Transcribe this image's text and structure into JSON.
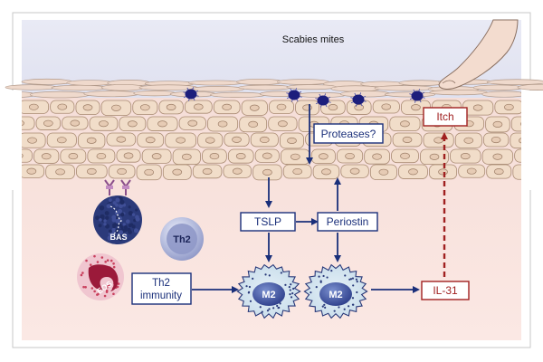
{
  "labels": {
    "scabies_mites": "Scabies mites",
    "proteases": "Proteases?",
    "itch": "Itch",
    "tslp": "TSLP",
    "periostin": "Periostin",
    "th2_immunity_line1": "Th2",
    "th2_immunity_line2": "immunity",
    "il31": "IL-31",
    "bas": "BAS",
    "th2_cell": "Th2",
    "eos": "EOS",
    "m2_left": "M2",
    "m2_right": "M2"
  },
  "colors": {
    "navy": "#1a2f7a",
    "dark_red": "#a02020",
    "sky": "#e7e8f3",
    "tissue": "#f7dcd6",
    "cell_fill": "#f1ddc9",
    "cell_stroke": "#a88a72",
    "mite": "#1c1e7c",
    "bas_cell": "#2b3a7a",
    "th2_cell": "#8d96c6",
    "eos_cell": "#c9405d",
    "m2_cell": "#cfe2ee"
  },
  "icons": {
    "finger": "finger-icon",
    "mite": "mite-icon",
    "basophil": "basophil-icon",
    "th2": "th2-cell-icon",
    "eosinophil": "eosinophil-icon",
    "macrophage": "macrophage-icon"
  }
}
